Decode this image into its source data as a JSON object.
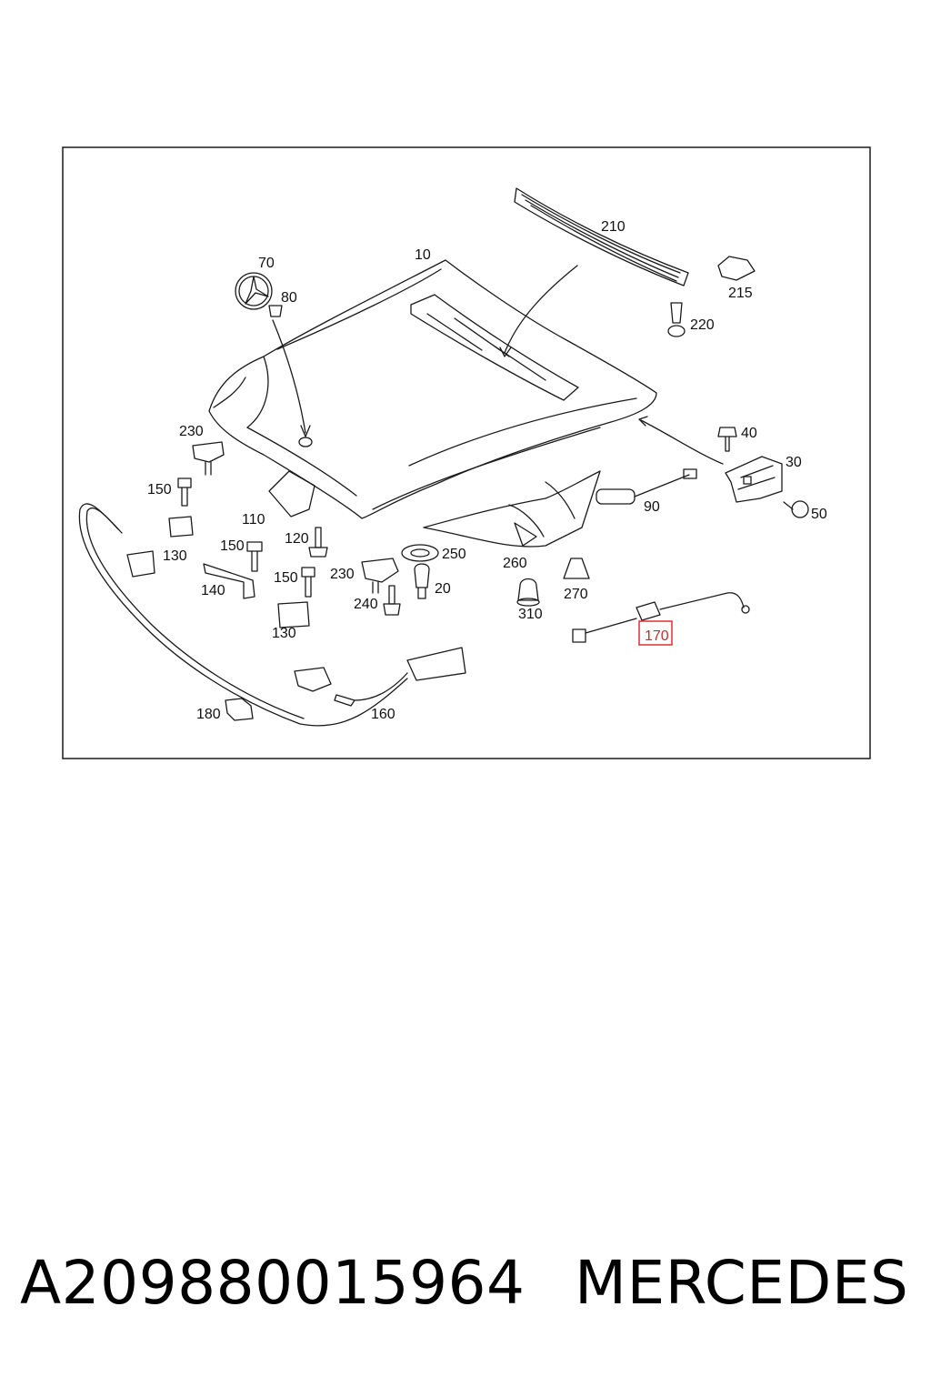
{
  "callouts": [
    {
      "id": "10",
      "text": "10"
    },
    {
      "id": "20",
      "text": "20"
    },
    {
      "id": "30",
      "text": "30"
    },
    {
      "id": "40",
      "text": "40"
    },
    {
      "id": "50",
      "text": "50"
    },
    {
      "id": "70",
      "text": "70"
    },
    {
      "id": "80",
      "text": "80"
    },
    {
      "id": "90",
      "text": "90"
    },
    {
      "id": "110",
      "text": "110"
    },
    {
      "id": "120",
      "text": "120"
    },
    {
      "id": "130a",
      "text": "130"
    },
    {
      "id": "130b",
      "text": "130"
    },
    {
      "id": "140",
      "text": "140"
    },
    {
      "id": "150a",
      "text": "150"
    },
    {
      "id": "150b",
      "text": "150"
    },
    {
      "id": "150c",
      "text": "150"
    },
    {
      "id": "160",
      "text": "160"
    },
    {
      "id": "170",
      "text": "170",
      "highlighted": true
    },
    {
      "id": "180",
      "text": "180"
    },
    {
      "id": "210",
      "text": "210"
    },
    {
      "id": "215",
      "text": "215"
    },
    {
      "id": "220",
      "text": "220"
    },
    {
      "id": "230a",
      "text": "230"
    },
    {
      "id": "230b",
      "text": "230"
    },
    {
      "id": "240",
      "text": "240"
    },
    {
      "id": "250",
      "text": "250"
    },
    {
      "id": "260",
      "text": "260"
    },
    {
      "id": "270",
      "text": "270"
    },
    {
      "id": "310",
      "text": "310"
    }
  ],
  "footer": {
    "part_number": "A209880015964",
    "brand": "MERCEDES"
  },
  "colors": {
    "line": "#1a1a1a",
    "highlight": "#e03030",
    "background": "#ffffff"
  }
}
